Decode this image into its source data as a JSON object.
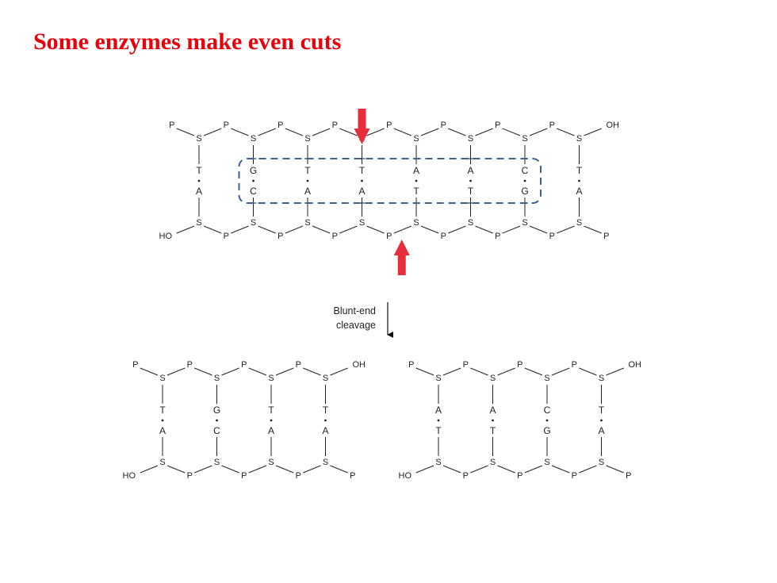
{
  "title": "Some enzymes make even cuts",
  "step_label": [
    "Blunt-end",
    "cleavage"
  ],
  "colors": {
    "title": "#e8000b",
    "arrow": "#e62e3c",
    "box": "#3e5f9a",
    "ink": "#222222"
  },
  "symbols": {
    "sugar": "S",
    "phosphate": "P",
    "hydroxyl": "OH",
    "hydroxyl_left": "HO"
  },
  "original": {
    "top": [
      "T",
      "G",
      "T",
      "T",
      "A",
      "A",
      "C",
      "T"
    ],
    "bottom": [
      "A",
      "C",
      "A",
      "A",
      "T",
      "T",
      "G",
      "A"
    ]
  },
  "fragment_left": {
    "top": [
      "T",
      "G",
      "T",
      "T"
    ],
    "bottom": [
      "A",
      "C",
      "A",
      "A"
    ]
  },
  "fragment_right": {
    "top": [
      "A",
      "A",
      "C",
      "T"
    ],
    "bottom": [
      "T",
      "T",
      "G",
      "A"
    ]
  },
  "recognition_site": {
    "start_index": 1,
    "end_index": 6
  },
  "cut_after_index": 3
}
